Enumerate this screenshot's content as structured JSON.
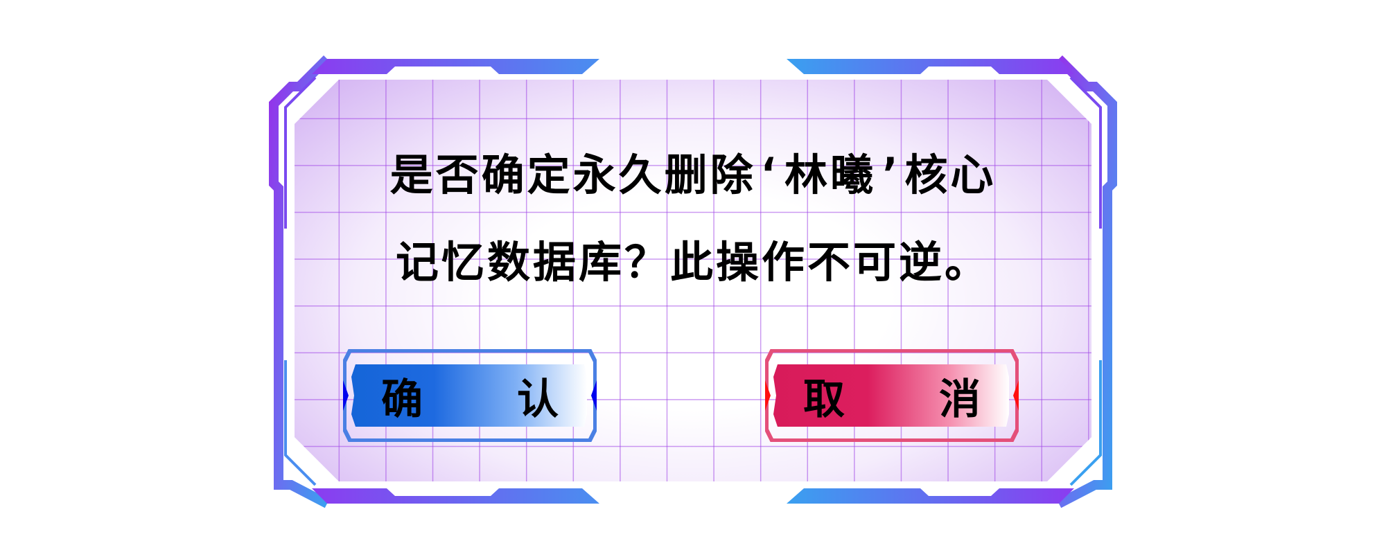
{
  "dialog": {
    "message_line1": "是否确定永久删除‘林曦’核心",
    "message_line2": "记忆数据库？此操作不可逆。",
    "confirm_label": "确 认",
    "cancel_label": "取 消"
  },
  "colors": {
    "frame_purple": "#9333ea",
    "frame_blue": "#3b9cf0",
    "confirm_blue": "#1565d8",
    "cancel_red": "#d81b5a",
    "grid": "#a046e6"
  }
}
